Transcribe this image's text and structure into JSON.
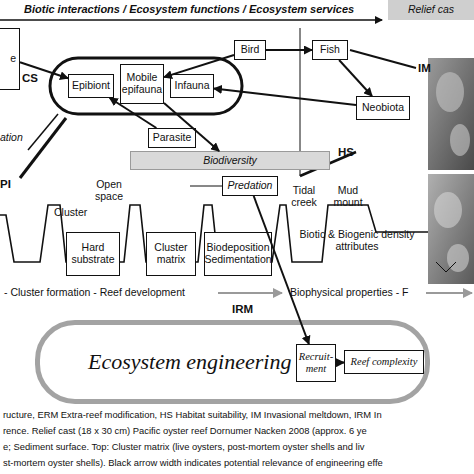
{
  "diagram": {
    "nodes": [
      {
        "text": [
          "e"
        ]
      },
      {
        "text": [
          "Bird"
        ]
      },
      {
        "text": [
          "Fish"
        ]
      },
      {
        "text": [
          "Relief cas"
        ]
      },
      {
        "text": [
          "Epibiont"
        ]
      },
      {
        "text": [
          "Mobile epifauna"
        ]
      },
      {
        "text": [
          "Infauna"
        ]
      },
      {
        "text": [
          "Neobiota"
        ]
      },
      {
        "text": [
          "Parasite"
        ]
      },
      {
        "text": [
          "Biodiversity"
        ]
      },
      {
        "text": [
          "Predation"
        ]
      },
      {
        "text": [
          "Hard substrate"
        ]
      },
      {
        "text": [
          "Cluster matrix"
        ]
      },
      {
        "text": [
          "Biodeposition Sedimentation"
        ]
      },
      {
        "text": [
          "Ecosystem engineering"
        ]
      },
      {
        "text": [
          "Recruit-ment"
        ],
        "in": 14
      },
      {
        "text": [
          "Reef complexity"
        ],
        "in": 14
      }
    ],
    "edges": [
      {
        "from": 1,
        "to": 2,
        "arrow": "to"
      },
      {
        "from": 1,
        "to": 5,
        "arrow": "to"
      },
      {
        "from": 2,
        "to": 7,
        "arrow": "to"
      },
      {
        "from": 7,
        "to": 6,
        "arrow": "to"
      },
      {
        "from": 8,
        "to": 4,
        "arrow": "to"
      },
      {
        "from": 0,
        "to": 4,
        "arrow": "to"
      },
      {
        "from": 5,
        "to": 9,
        "arrow": "to"
      },
      {
        "from": 10,
        "to": 15,
        "arrow": "to"
      },
      {
        "from": 15,
        "to": 16,
        "arrow": "to"
      }
    ],
    "labels": [
      "Biotic interactions / Ecosystem functions / Ecosystem services",
      "CS",
      "ation",
      "PI",
      "IM",
      "HS",
      "Open space",
      "Cluster",
      "Tidal creek",
      "Mud mount",
      "Biotic & Biogenic density attributes",
      "- Cluster formation - Reef development",
      "IRM",
      "Biophysical properties - F",
      "ructure, ERM Extra-reef modification, HS Habitat suitability, IM Invasional meltdown, IRM In",
      "rence. Relief cast (18 x 30 cm) Pacific oyster reef Dornumer Nacken 2008 (approx. 6 ye",
      "e; Sediment surface. Top: Cluster matrix (live oysters, post-mortem oyster shells and liv",
      "st-mortem oyster shells). Black arrow width indicates potential relevance of engineering effe"
    ]
  }
}
